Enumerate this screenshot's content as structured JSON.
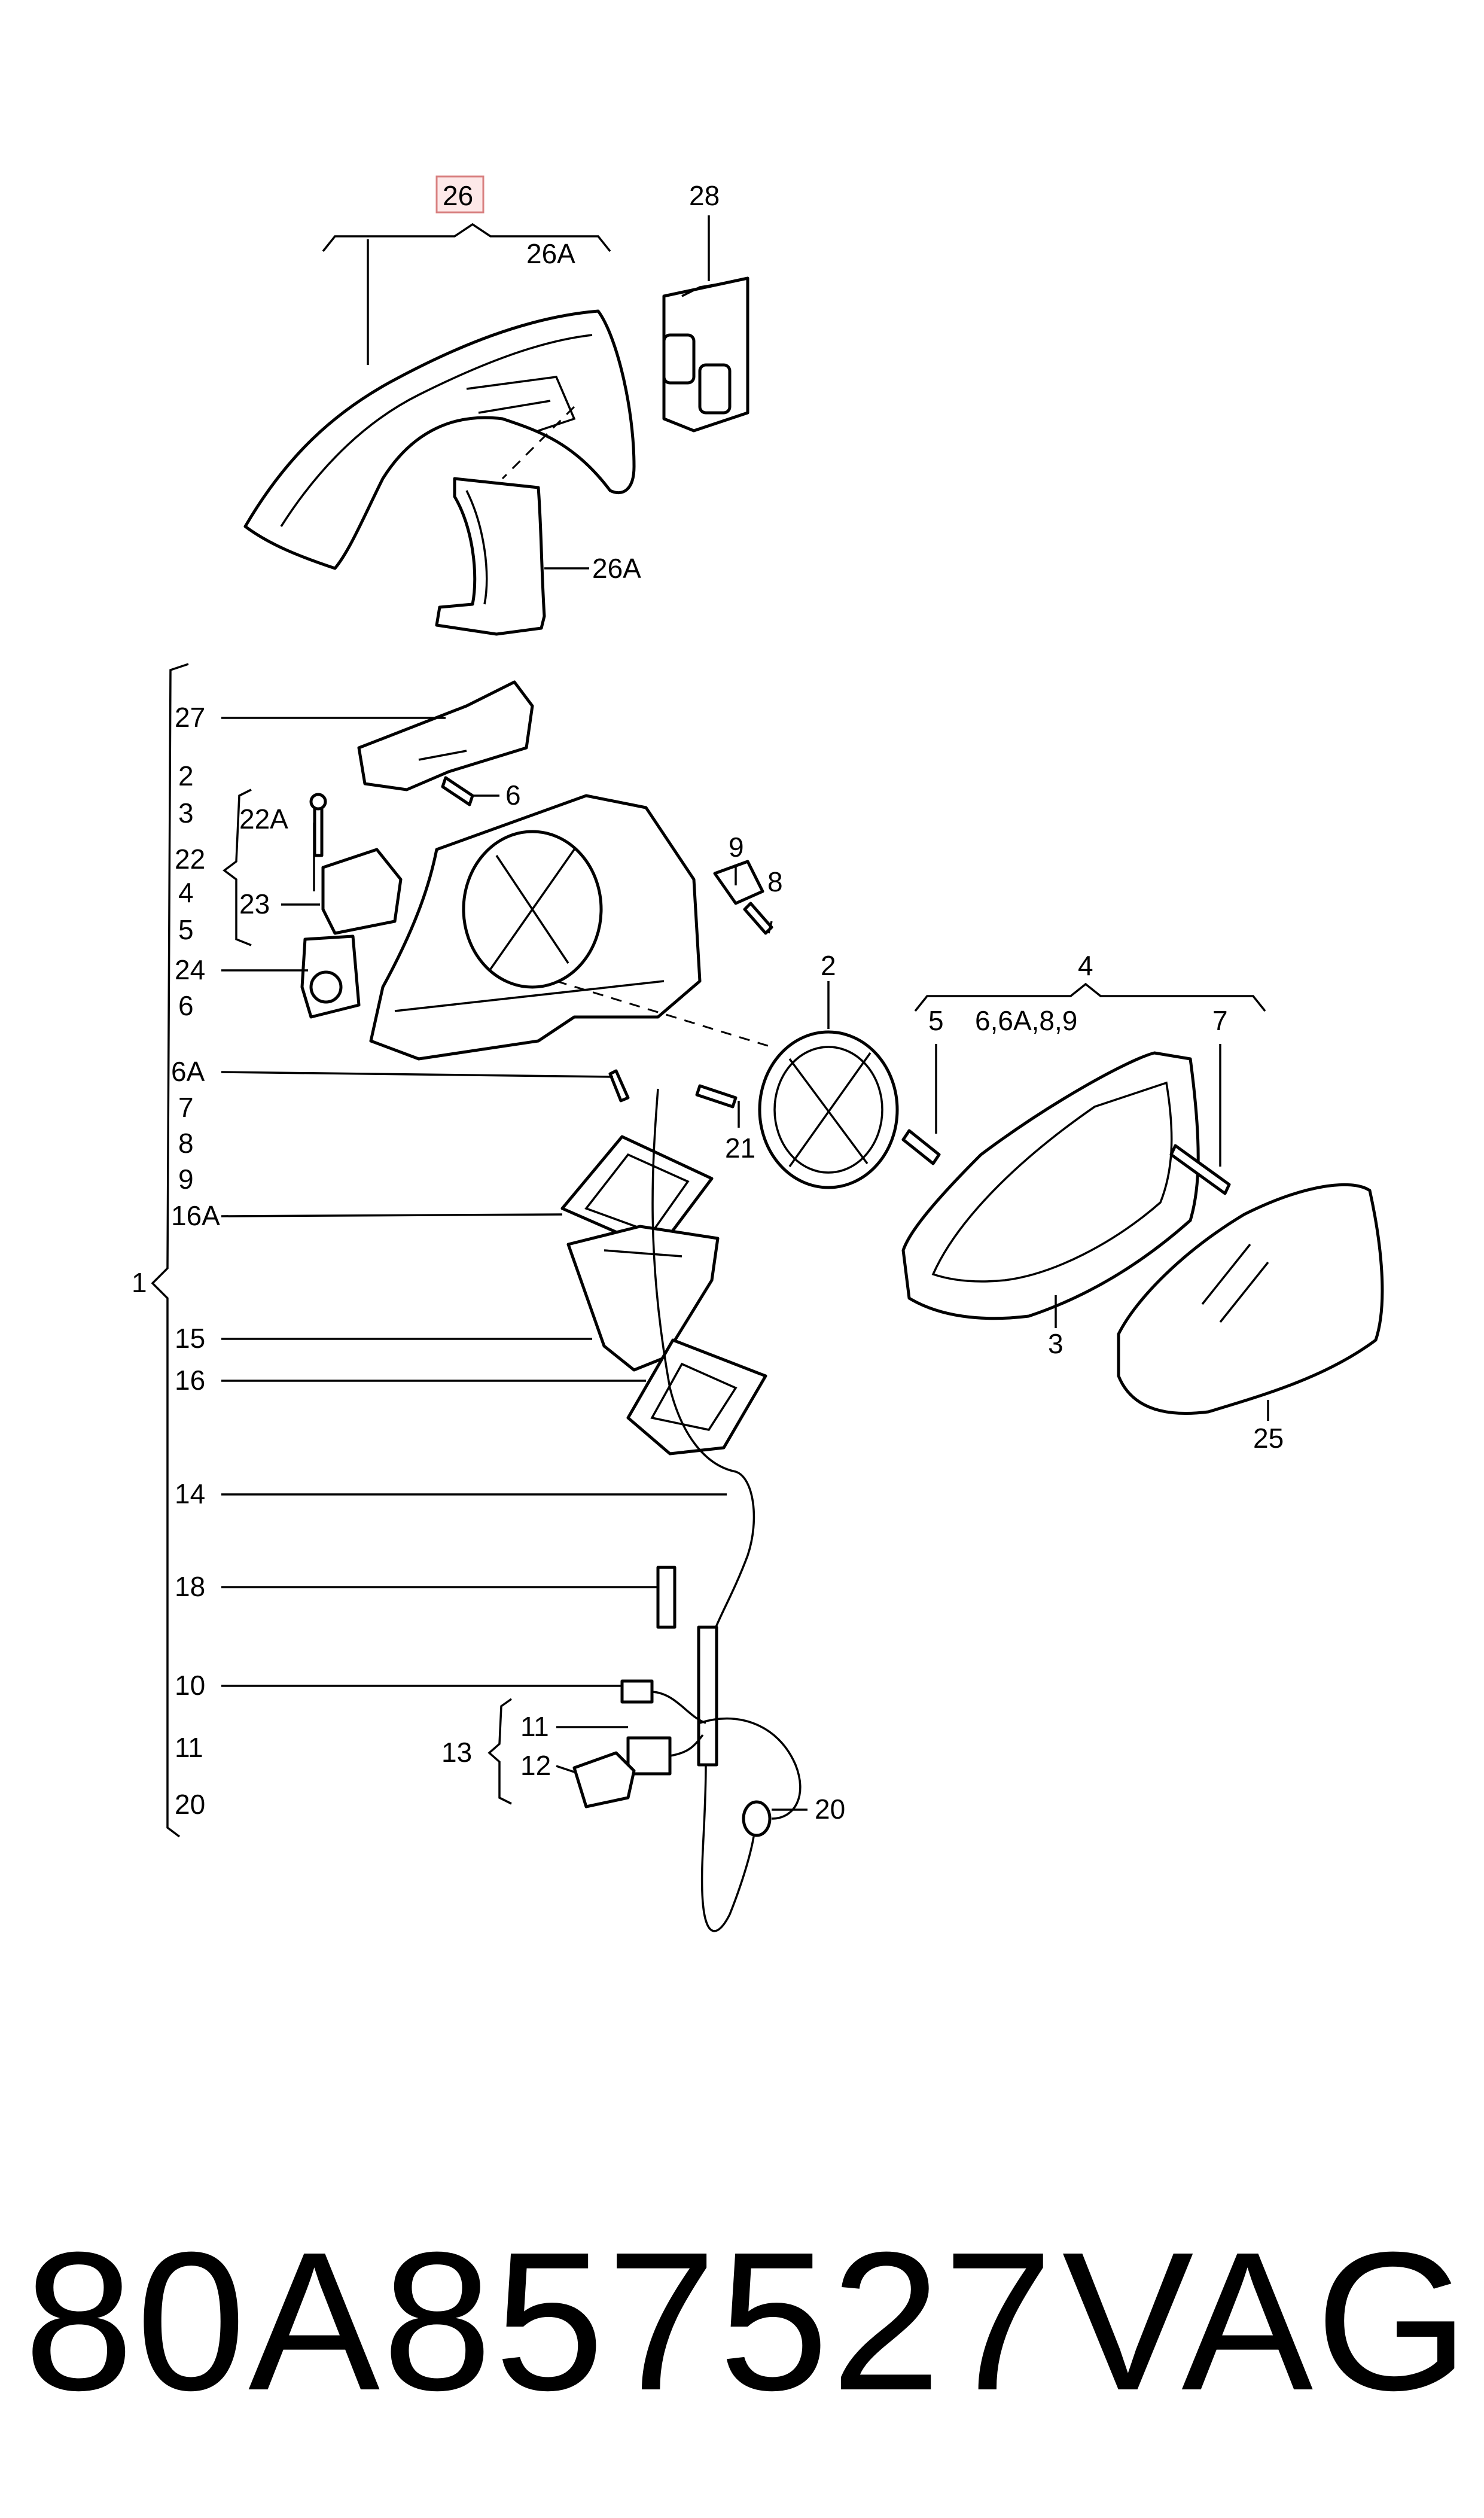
{
  "callouts": {
    "c26": "26",
    "c26a_top": "26A",
    "c28": "28",
    "c26a_side": "26A",
    "c27": "27",
    "c2_left": "2",
    "c3_left": "3",
    "c22a": "22A",
    "c22": "22",
    "c23": "23",
    "c4_left": "4",
    "c5_left": "5",
    "c24": "24",
    "c6_left": "6",
    "c6_screw": "6",
    "c9_top": "9",
    "c8_top": "8",
    "c2_right": "2",
    "c4_right": "4",
    "c5_right": "5",
    "c6set": "6,6A,8,9",
    "c7_right": "7",
    "c6a": "6A",
    "c7_left": "7",
    "c8_left": "8",
    "c9_left": "9",
    "c16a": "16A",
    "c21": "21",
    "c1": "1",
    "c15": "15",
    "c16": "16",
    "c3_right": "3",
    "c25": "25",
    "c14": "14",
    "c18": "18",
    "c10": "10",
    "c11_left": "11",
    "c20_left": "20",
    "c13": "13",
    "c11_mid": "11",
    "c12": "12",
    "c20_right": "20"
  },
  "footer": {
    "part_number": "80A857527",
    "brand": "VAG"
  },
  "colors": {
    "highlight_fill": "#fde8e8",
    "highlight_stroke": "#d88080",
    "line": "#000000"
  }
}
